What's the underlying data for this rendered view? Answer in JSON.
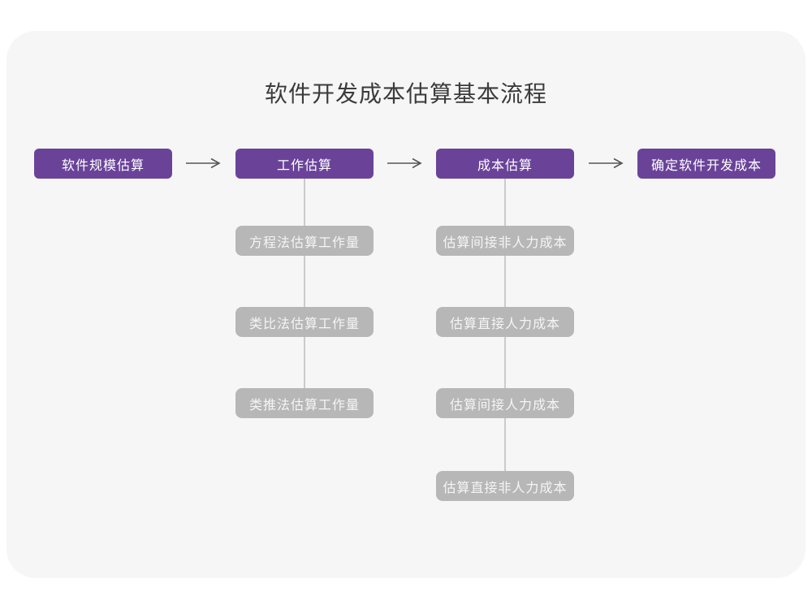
{
  "title": "软件开发成本估算基本流程",
  "colors": {
    "page_bg": "#ffffff",
    "card_bg": "#f6f6f6",
    "primary_box": "#6a4399",
    "secondary_box": "#b7b7b7",
    "connector_line": "#cbcbcb",
    "arrow": "#555555",
    "title_text": "#3b3b3b",
    "box_text": "#ffffff"
  },
  "flow": {
    "steps": [
      {
        "label": "软件规模估算"
      },
      {
        "label": "工作估算"
      },
      {
        "label": "成本估算"
      },
      {
        "label": "确定软件开发成本"
      }
    ]
  },
  "work_estimation_methods": {
    "parent": "工作估算",
    "items": [
      {
        "label": "方程法估算工作量"
      },
      {
        "label": "类比法估算工作量"
      },
      {
        "label": "类推法估算工作量"
      }
    ]
  },
  "cost_estimation_items": {
    "parent": "成本估算",
    "items": [
      {
        "label": "估算间接非人力成本"
      },
      {
        "label": "估算直接人力成本"
      },
      {
        "label": "估算间接人力成本"
      },
      {
        "label": "估算直接非人力成本"
      }
    ]
  }
}
